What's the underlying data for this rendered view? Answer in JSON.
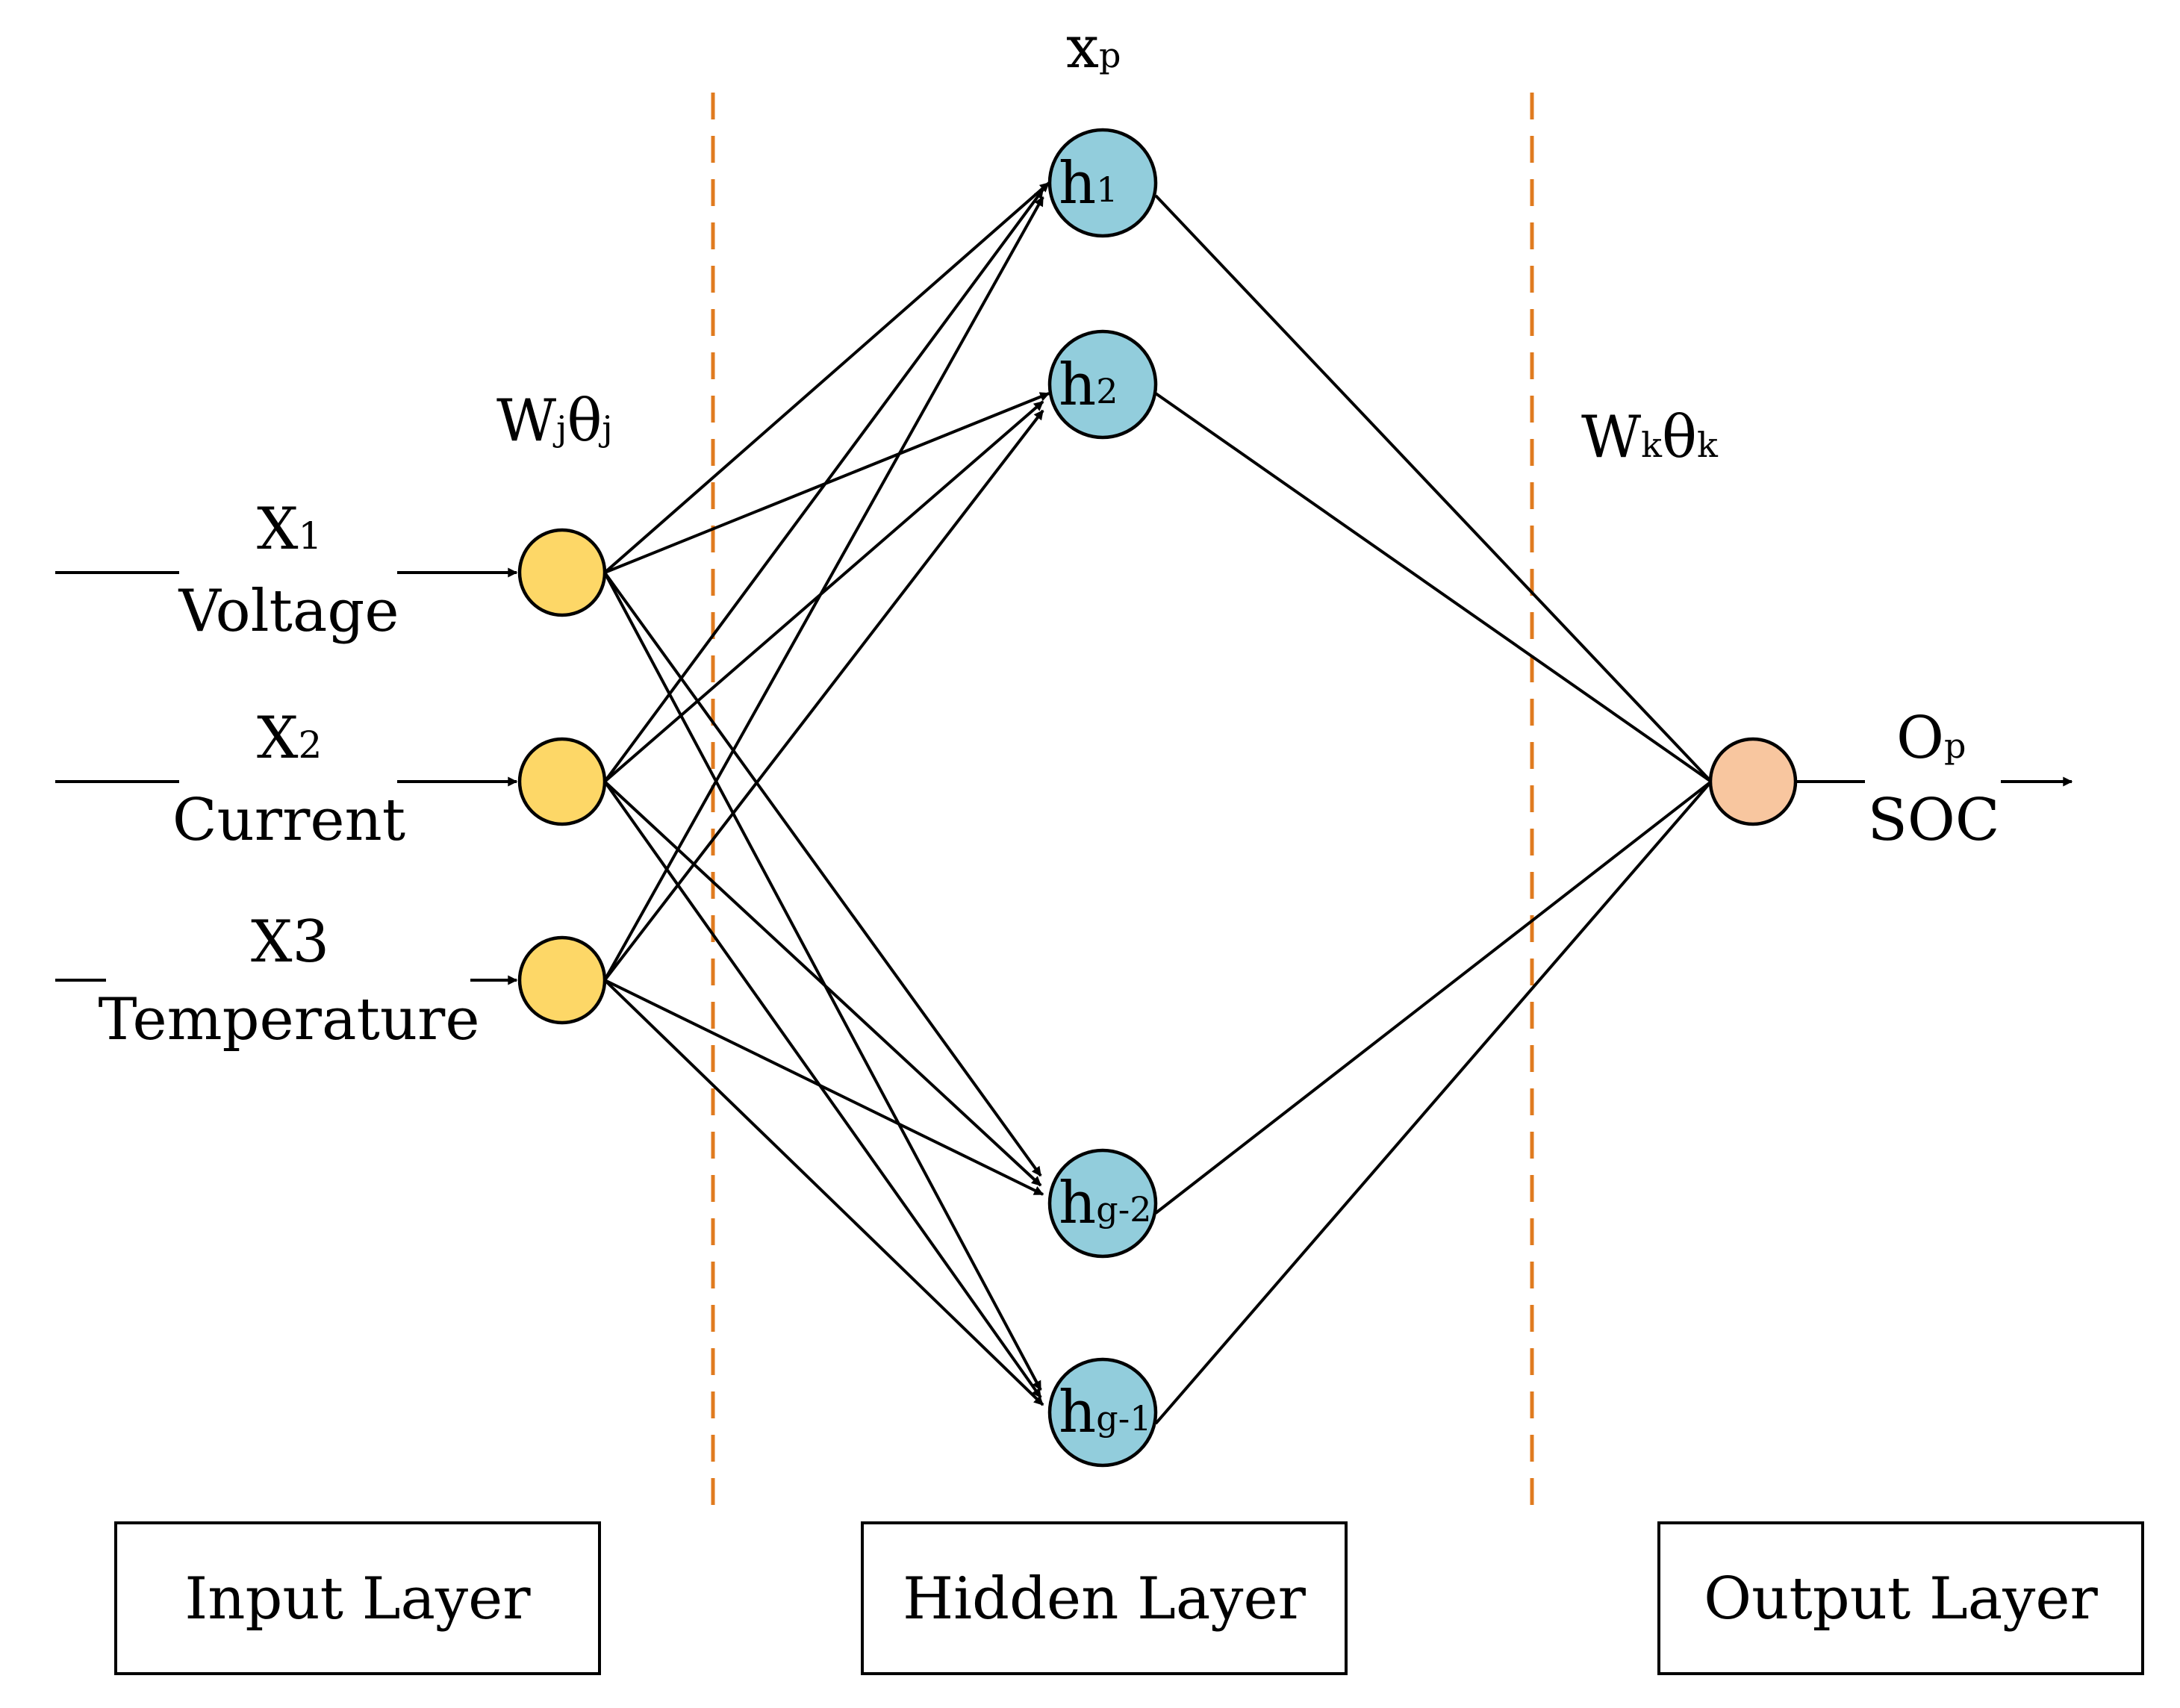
{
  "inputs": [
    {
      "symbol": "X",
      "index": "1",
      "name": "Voltage"
    },
    {
      "symbol": "X",
      "index": "2",
      "name": "Current"
    },
    {
      "symbol": "X3",
      "index": "",
      "name": "Temperature"
    }
  ],
  "hidden_nodes": [
    {
      "symbol": "h",
      "index": "1"
    },
    {
      "symbol": "h",
      "index": "2"
    },
    {
      "symbol": "h",
      "index": "g-2"
    },
    {
      "symbol": "h",
      "index": "g-1"
    }
  ],
  "hidden_label": {
    "symbol": "x",
    "index": "p"
  },
  "input_weight_label": {
    "w": "W",
    "w_index": "j",
    "theta": "θ",
    "theta_index": "j"
  },
  "output_weight_label": {
    "w": "W",
    "w_index": "k",
    "theta": "θ",
    "theta_index": "k"
  },
  "output": {
    "symbol": "O",
    "index": "p",
    "name": "SOC"
  },
  "layers": {
    "input": "Input Layer",
    "hidden": "Hidden Layer",
    "output": "Output Layer"
  },
  "colors": {
    "input_node": "#FDD767",
    "hidden_node": "#92CDDC",
    "output_node": "#F8C69F",
    "divider": "#E07B1F"
  }
}
